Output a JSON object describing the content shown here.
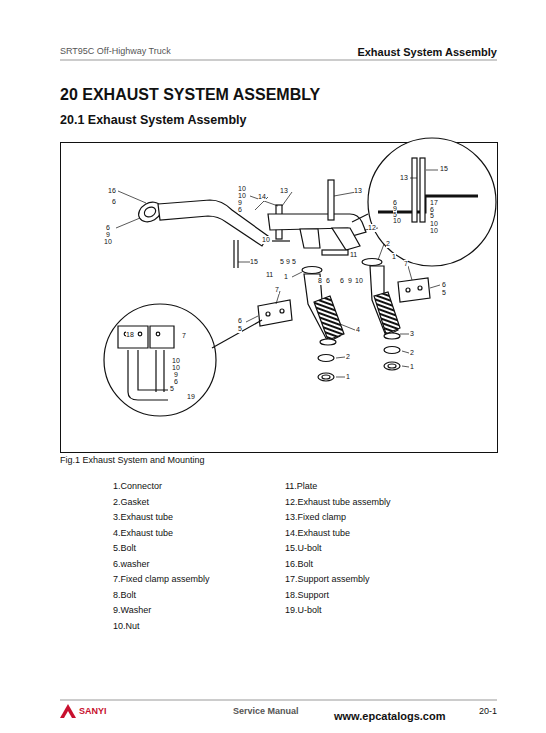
{
  "diagram": {
    "title": "20 EXHAUST SYSTEM ASSEMBLY",
    "caption": "Fig.1 Exhaust System and Mounting",
    "labels": [
      "SRT95C Off-Highway Truck",
      "Exhaust System Assembly",
      "20.1 Exhaust System Assembly",
      "1.Connector",
      "2.Gasket",
      "3.Exhaust tube",
      "4.Exhaust tube",
      "5.Bolt",
      "6.washer",
      "7.Fixed clamp assembly",
      "8.Bolt",
      "9.Washer",
      "10.Nut",
      "11.Plate",
      "12.Exhaust tube assembly",
      "13.Fixed clamp",
      "14.Exhaust tube",
      "15.U-bolt",
      "16.Bolt",
      "17.Support assembly",
      "18.Support",
      "19.U-bolt",
      "16",
      "6",
      "6",
      "9",
      "10",
      "10",
      "10",
      "9",
      "6",
      "14",
      "13",
      "15",
      "10",
      "11",
      "5",
      "9",
      "5",
      "1",
      "8",
      "6",
      "6",
      "9",
      "10",
      "11",
      "12",
      "13",
      "2",
      "1",
      "7",
      "6",
      "5",
      "7",
      "6",
      "5",
      "4",
      "2",
      "1",
      "3",
      "2",
      "1",
      "15",
      "13",
      "6",
      "9",
      "5",
      "10",
      "17",
      "6",
      "5",
      "10",
      "10",
      "18",
      "7",
      "10",
      "10",
      "9",
      "6",
      "5",
      "19",
      "SANYI",
      "Service Manual",
      "www.epcatalogs.com",
      "20-1"
    ]
  }
}
